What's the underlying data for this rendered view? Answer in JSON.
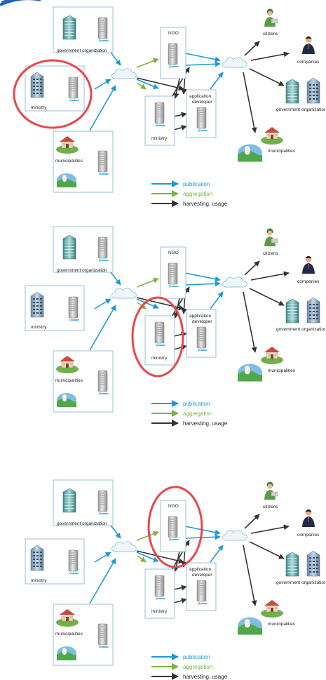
{
  "colors": {
    "publication": "#1a9ad6",
    "aggregation": "#7bb241",
    "harvesting": "#333333",
    "highlight": "#e8474a",
    "box_border": "#7fb0d0"
  },
  "panels": [
    {
      "highlighted": "ministry",
      "labels": {
        "government_organization": "government organization",
        "ministry": "ministry",
        "municipalities_left": "municipalities",
        "ngo": "NGO",
        "aggregator_ministry": "ministry",
        "application_developer_line1": "application",
        "application_developer_line2": "developer",
        "citizens": "citizens",
        "companies": "companies",
        "government_organization_right": "government organizatior",
        "municipalities_right": "municipalities"
      },
      "legend": {
        "publication": "publication",
        "aggregation": "aggregation",
        "harvesting": "harvesting, usage"
      }
    },
    {
      "highlighted": "aggregator-ministry",
      "labels": {
        "government_organization": "government organization",
        "ministry": "ministry",
        "municipalities_left": "municipalities",
        "ngo": "NGO",
        "aggregator_ministry": "ministry",
        "application_developer_line1": "application",
        "application_developer_line2": "developer",
        "citizens": "citizens",
        "companies": "companies",
        "government_organization_right": "government organizatior",
        "municipalities_right": "municipalities"
      },
      "legend": {
        "publication": "publication",
        "aggregation": "aggregation",
        "harvesting": "harvesting, usage"
      }
    },
    {
      "highlighted": "ngo",
      "labels": {
        "government_organization": "government organization",
        "ministry": "ministry",
        "municipalities_left": "municipalities",
        "ngo": "NGO",
        "aggregator_ministry": "ministry",
        "application_developer_line1": "application",
        "application_developer_line2": "developer",
        "citizens": "citizens",
        "companies": "companies",
        "government_organization_right": "government organizatior",
        "municipalities_right": "municipalities"
      },
      "legend": {
        "publication": "publication",
        "aggregation": "aggregation",
        "harvesting": "harvesting, usage"
      }
    }
  ]
}
